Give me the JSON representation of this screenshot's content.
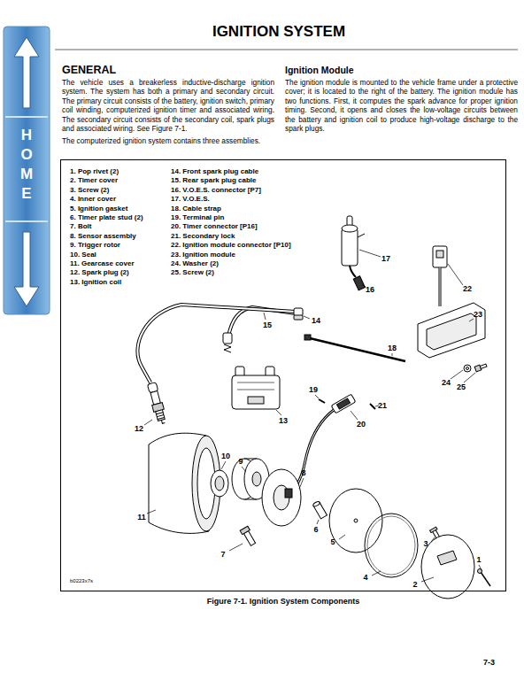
{
  "diagram": {
    "title": "IGNITION SYSTEM",
    "caption": "Figure 7-1. Ignition System Components",
    "nodes": [
      {
        "text": [
          "HOME"
        ]
      },
      {
        "text": [
          "1. Pop rivet (2)",
          "2. Timer cover",
          "3. Screw (2)",
          "4. Inner cover",
          "5. Ignition gasket",
          "6. Timer plate stud (2)",
          "7. Bolt",
          "8. Sensor assembly",
          "9. Trigger rotor",
          "10. Seal",
          "11. Gearcase cover",
          "12. Spark plug (2)",
          "13. Ignition coil",
          "14. Front spark plug cable",
          "15. Rear spark plug cable",
          "16. V.O.E.S. connector [P7]",
          "17. V.O.E.S.",
          "18. Cable strap",
          "19. Terminal pin",
          "20. Timer connector [P16]",
          "21. Secondary lock",
          "22. Ignition module connector [P10]",
          "23. Ignition module",
          "24. Washer (2)",
          "25. Screw (2)",
          "1",
          "2",
          "3",
          "4",
          "5",
          "6",
          "7",
          "8",
          "9",
          "10",
          "11",
          "12",
          "13",
          "14",
          "15",
          "16",
          "17",
          "18",
          "19",
          "20",
          "21",
          "22",
          "23",
          "24",
          "25",
          "b0223x7s"
        ]
      }
    ],
    "labels": [
      "GENERAL",
      "The vehicle uses a breakerless inductive-discharge ignition system. The system has both a primary and secondary circuit. The primary circuit consists of the battery, ignition switch, primary coil winding, computerized ignition timer and associated wiring. The secondary circuit consists of the secondary coil, spark plugs and associated wiring. See Figure 7-1.",
      "The computerized ignition system contains three assemblies.",
      "Ignition Module",
      "The ignition module is mounted to the vehicle frame under a protective cover; it is located to the right of the battery. The ignition module has two functions. First, it computes the spark advance for proper ignition timing. Second, it opens and closes the low-voltage circuits between the battery and ignition coil to produce high-voltage discharge to the spark plugs.",
      "7-3"
    ]
  }
}
